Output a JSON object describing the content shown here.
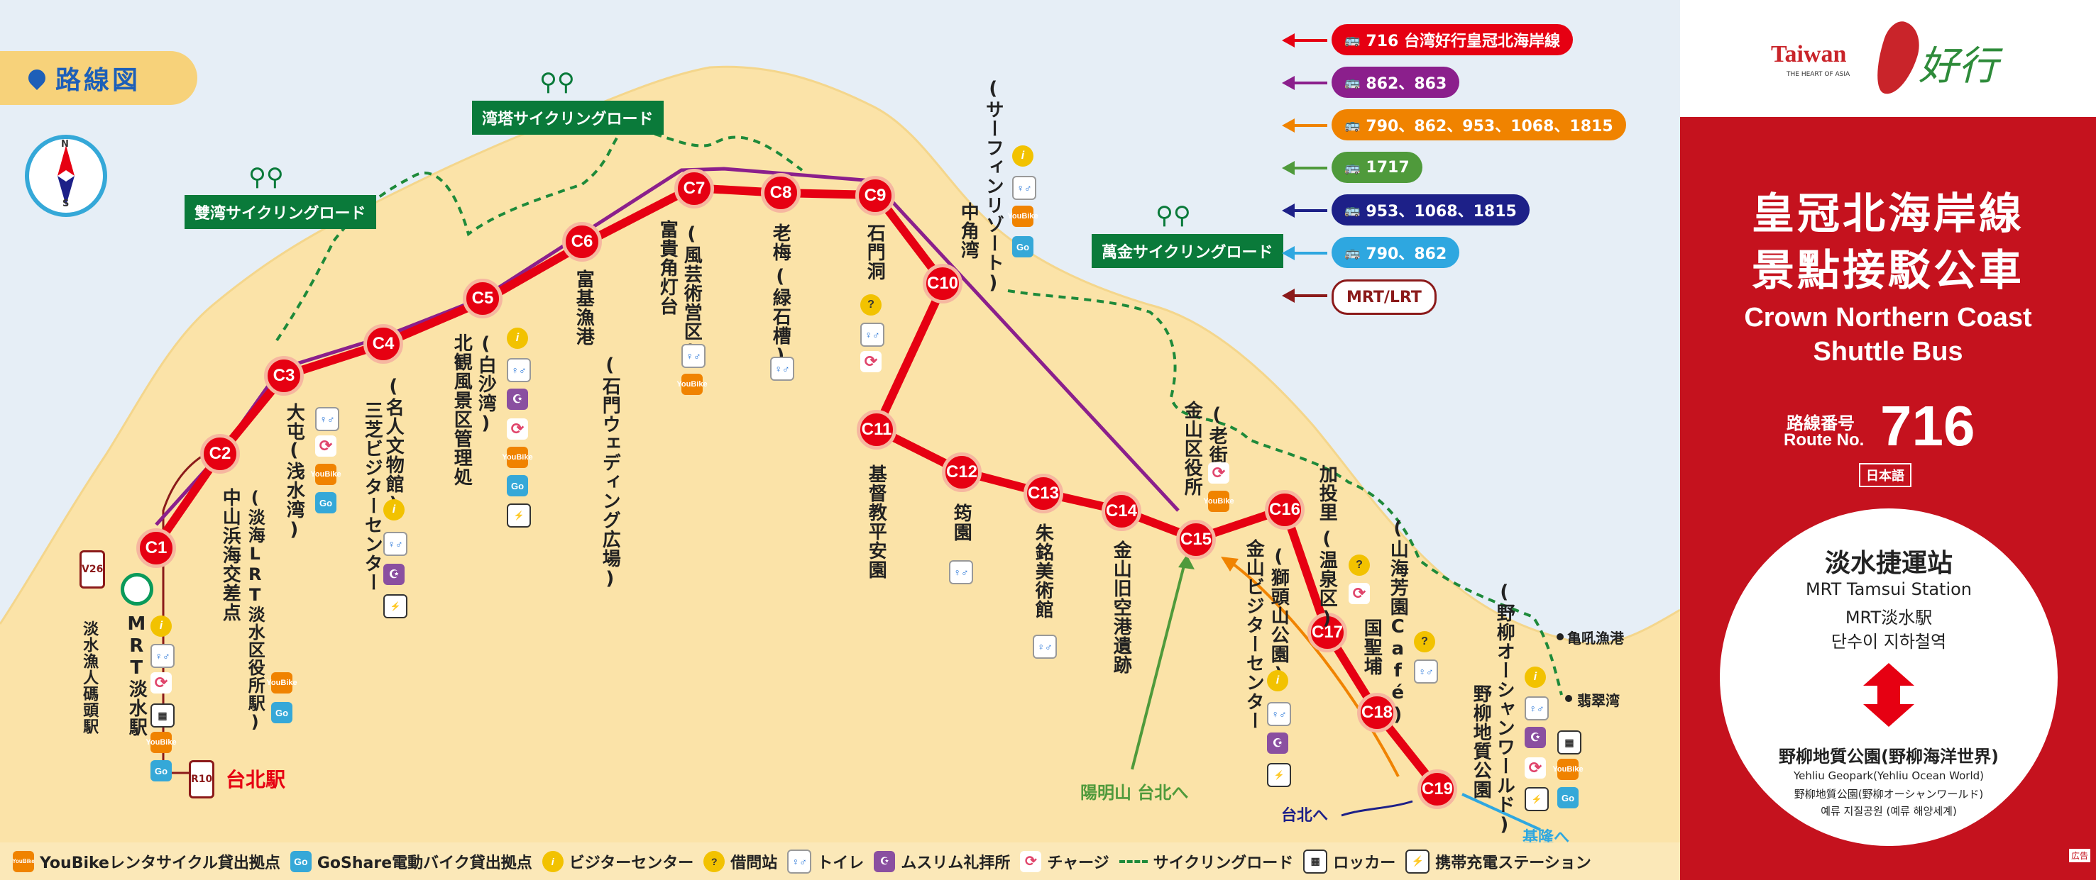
{
  "map_label": "路線図",
  "cycling_roads": {
    "shuangwan": "雙湾サイクリングロード",
    "wanta": "湾塔サイクリングロード",
    "wanjin": "萬金サイクリングロード"
  },
  "stations": [
    {
      "code": "C1",
      "name": "淡水駅",
      "sub": "MRT"
    },
    {
      "code": "C2",
      "name": "中山浜海交差点",
      "sub": "(淡海LRT淡水区役所駅)"
    },
    {
      "code": "C3",
      "name": "大屯",
      "sub": "(浅水湾)"
    },
    {
      "code": "C4",
      "name": "三芝ビジターセンター",
      "sub": "(名人文物館)"
    },
    {
      "code": "C5",
      "name": "北観風景区管理処",
      "sub": "(白沙湾)"
    },
    {
      "code": "C6",
      "name": "富基漁港",
      "sub": "(石門ウェディング広場)"
    },
    {
      "code": "C7",
      "name": "富貴角灯台",
      "sub": "(風芸術営区)"
    },
    {
      "code": "C8",
      "name": "老梅",
      "sub": "(緑石槽)"
    },
    {
      "code": "C9",
      "name": "石門洞",
      "sub": ""
    },
    {
      "code": "C10",
      "name": "中角湾",
      "sub": "(サーフィンリゾート)"
    },
    {
      "code": "C11",
      "name": "基督教平安園",
      "sub": ""
    },
    {
      "code": "C12",
      "name": "筠園",
      "sub": ""
    },
    {
      "code": "C13",
      "name": "朱銘美術館",
      "sub": ""
    },
    {
      "code": "C14",
      "name": "金山旧空港遺跡",
      "sub": ""
    },
    {
      "code": "C15",
      "name": "金山区役所",
      "sub": "(老街)"
    },
    {
      "code": "C16",
      "name": "加投里",
      "sub": "(温泉区)"
    },
    {
      "code": "C17",
      "name": "国聖埔",
      "sub": "(山海芳園Café)"
    },
    {
      "code": "C18",
      "name": "金山ビジターセンター",
      "sub": "(獅頭山公園)"
    },
    {
      "code": "C19",
      "name": "野柳地質公園",
      "sub": "(野柳オーシャンワールド)"
    }
  ],
  "transfer_labels": {
    "v26": "V26",
    "r10": "R10",
    "taipei_station": "台北駅",
    "fisherman_wharf": "淡水漁人碼頭駅",
    "yangmingshan": "陽明山 台北へ",
    "to_taipei": "台北へ",
    "to_keelung": "基隆へ",
    "guihou": "亀吼漁港",
    "feicui": "翡翠湾"
  },
  "route_legend": [
    {
      "label": "716 台湾好行皇冠北海岸線",
      "color": "#e60012",
      "kind": "bus"
    },
    {
      "label": "862、863",
      "color": "#8b1f8c",
      "kind": "bus"
    },
    {
      "label": "790、862、953、1068、1815",
      "color": "#f08300",
      "kind": "bus"
    },
    {
      "label": "1717",
      "color": "#4f9a3b",
      "kind": "bus"
    },
    {
      "label": "953、1068、1815",
      "color": "#1d2088",
      "kind": "bus"
    },
    {
      "label": "790、862",
      "color": "#2ea7e0",
      "kind": "bus"
    },
    {
      "label": "MRT/LRT",
      "color": "#8b1a1a",
      "kind": "rail"
    }
  ],
  "panel": {
    "brand": "Taiwan",
    "brand_tag": "THE HEART OF ASIA",
    "brand_cn": "好行",
    "title_cn_1": "皇冠北海岸線",
    "title_cn_2": "景點接駁公車",
    "title_en_1": "Crown Northern Coast",
    "title_en_2": "Shuttle Bus",
    "route_label_jp": "路線番号",
    "route_label_en": "Route No.",
    "route_no": "716",
    "lang_tag": "日本語",
    "from_cn": "淡水捷運站",
    "from_en": "MRT Tamsui Station",
    "from_jp": "MRT淡水駅",
    "from_kr": "단수이 지하철역",
    "to_cn": "野柳地質公園(野柳海洋世界)",
    "to_en": "Yehliu Geopark(Yehliu Ocean World)",
    "to_jp": "野柳地質公園(野柳オーシャンワールド)",
    "to_kr": "예류 지질공원 (예류 해양세계)",
    "ad": "広告"
  },
  "bottom_legend": [
    {
      "icon": "yb",
      "label": "YouBikeレンタサイクル貸出拠点"
    },
    {
      "icon": "go",
      "label": "GoShare電動バイク貸出拠点"
    },
    {
      "icon": "info",
      "label": "ビジターセンター"
    },
    {
      "icon": "rent",
      "label": "借問站"
    },
    {
      "icon": "wc",
      "label": "トイレ"
    },
    {
      "icon": "mus",
      "label": "ムスリム礼拝所"
    },
    {
      "icon": "chg",
      "label": "チャージ"
    },
    {
      "icon": "cyc",
      "label": "サイクリングロード"
    },
    {
      "icon": "lock",
      "label": "ロッカー"
    },
    {
      "icon": "bat",
      "label": "携帯充電ステーション"
    }
  ],
  "icon_text": {
    "yb": "YouBike",
    "go": "Go",
    "info": "i",
    "rent": "?",
    "wc": "♀♂",
    "mus": "☪",
    "chg": "⟳",
    "lock": "▦",
    "bat": "⚡",
    "bus": "🚌",
    "compass_n": "N",
    "compass_s": "S"
  }
}
